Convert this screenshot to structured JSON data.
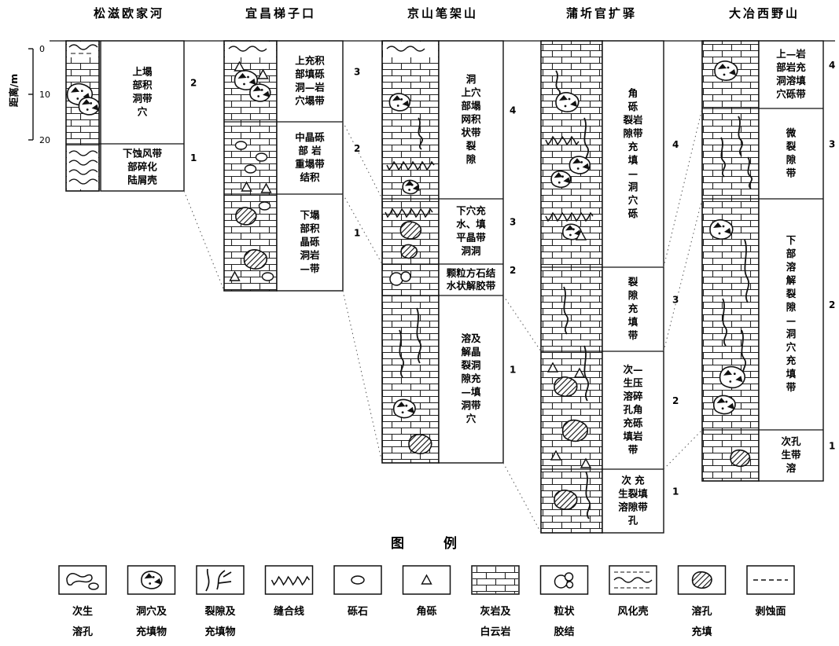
{
  "columns": [
    {
      "title": "松滋欧家河",
      "zones": [
        {
          "num": "2",
          "lines": [
            "上塌",
            "部积",
            "洞带",
            "穴"
          ]
        },
        {
          "num": "1",
          "lines": [
            "下蚀风带",
            "部碎化",
            "陆屑壳"
          ]
        }
      ]
    },
    {
      "title": "宜昌梯子口",
      "zones": [
        {
          "num": "3",
          "lines": [
            "上充积",
            "部填砾",
            "洞—岩",
            "穴塌带"
          ]
        },
        {
          "num": "2",
          "lines": [
            "中晶砾",
            "部    岩",
            "重塌带",
            "结积"
          ]
        },
        {
          "num": "1",
          "lines": [
            "下塌",
            "部积",
            "晶砾",
            "洞岩",
            "—带"
          ]
        }
      ]
    },
    {
      "title": "京山笔架山",
      "zones": [
        {
          "num": "4",
          "lines": [
            "洞",
            "上穴",
            "部塌",
            "网积",
            "状带",
            "裂",
            "隙"
          ]
        },
        {
          "num": "3",
          "lines": [
            "下穴充",
            "水、填",
            "平晶带",
            "洞洞"
          ]
        },
        {
          "num": "2",
          "lines": [
            "颗粒方石结",
            "水状解胶带"
          ]
        },
        {
          "num": "1",
          "lines": [
            "溶及",
            "解晶",
            "裂洞",
            "隙充",
            "—填",
            "洞带",
            "穴"
          ]
        }
      ]
    },
    {
      "title": "蒲圻官扩驿",
      "zones": [
        {
          "num": "4",
          "lines": [
            "角",
            "砾",
            "裂岩",
            "隙带",
            "充",
            "填",
            "—",
            "洞",
            "穴",
            "砾"
          ]
        },
        {
          "num": "3",
          "lines": [
            "裂",
            "隙",
            "充",
            "填",
            "带"
          ]
        },
        {
          "num": "2",
          "lines": [
            "次—",
            "生压",
            "溶碎",
            "孔角",
            "充砾",
            "填岩",
            "带"
          ]
        },
        {
          "num": "1",
          "lines": [
            "次   充",
            "生裂填",
            "溶隙带",
            "孔"
          ]
        }
      ]
    },
    {
      "title": "大冶西野山",
      "zones": [
        {
          "num": "4",
          "lines": [
            "上—岩",
            "部岩充",
            "洞溶填",
            "穴砾带"
          ]
        },
        {
          "num": "3",
          "lines": [
            "微",
            "裂",
            "隙",
            "带"
          ]
        },
        {
          "num": "2",
          "lines": [
            "下",
            "部",
            "溶",
            "解",
            "裂",
            "隙",
            "—",
            "洞",
            "穴",
            "充",
            "填",
            "带"
          ]
        },
        {
          "num": "1",
          "lines": [
            "次孔",
            "生带",
            "溶"
          ]
        }
      ]
    }
  ],
  "scale": {
    "label": "距离/m",
    "ticks": [
      "0",
      "10",
      "20"
    ]
  },
  "legend": {
    "title": "图    例",
    "items": [
      {
        "icon": "secondary-dissolution-pore-icon",
        "line1": "次生",
        "line2": "溶孔"
      },
      {
        "icon": "cave-filling-icon",
        "line1": "洞穴及",
        "line2": "充填物"
      },
      {
        "icon": "fracture-filling-icon",
        "line1": "裂隙及",
        "line2": "充填物"
      },
      {
        "icon": "suture-line-icon",
        "line1": "缝合线",
        "line2": ""
      },
      {
        "icon": "gravel-icon",
        "line1": "砾石",
        "line2": ""
      },
      {
        "icon": "breccia-icon",
        "line1": "角砾",
        "line2": ""
      },
      {
        "icon": "limestone-dolomite-icon",
        "line1": "灰岩及",
        "line2": "白云岩"
      },
      {
        "icon": "granular-cement-icon",
        "line1": "粒状",
        "line2": "胶结"
      },
      {
        "icon": "weathering-crust-icon",
        "line1": "风化壳",
        "line2": ""
      },
      {
        "icon": "dissolution-pore-filling-icon",
        "line1": "溶孔",
        "line2": "充填"
      },
      {
        "icon": "erosion-surface-icon",
        "line1": "剥蚀面",
        "line2": ""
      }
    ]
  }
}
